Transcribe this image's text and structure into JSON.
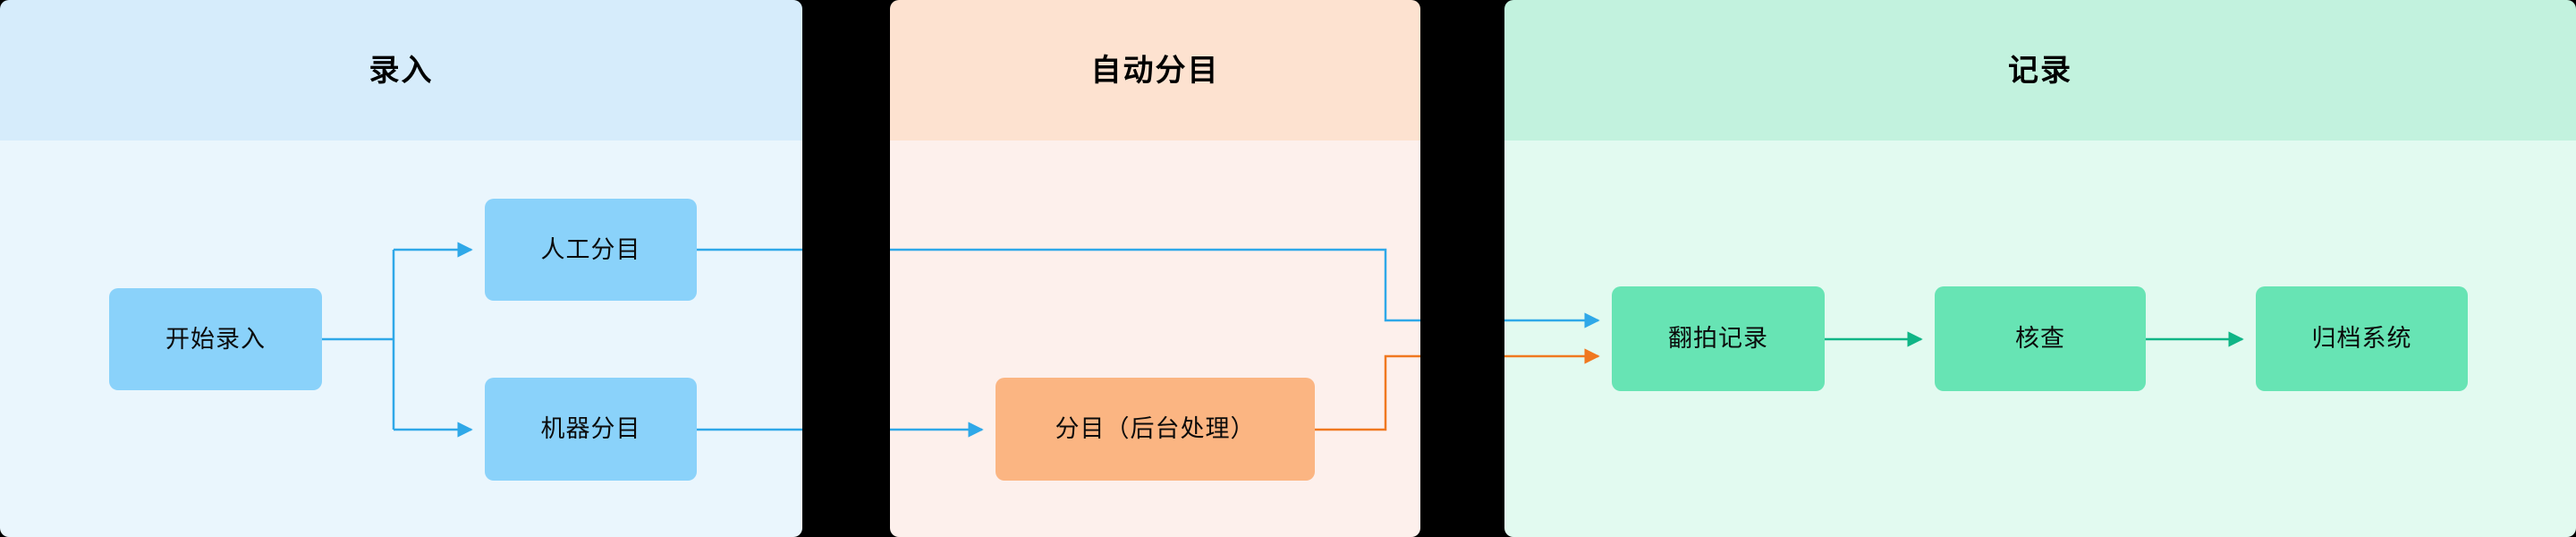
{
  "diagram": {
    "type": "swimlane-flowchart",
    "orientation": "left-to-right",
    "lanes": [
      {
        "id": "entry",
        "title": "录入",
        "header_color": "#d6ecfb",
        "body_color": "#eaf6fd"
      },
      {
        "id": "auto",
        "title": "自动分目",
        "header_color": "#fde2d0",
        "body_color": "#fdf0ec"
      },
      {
        "id": "record",
        "title": "记录",
        "header_color": "#c2f2de",
        "body_color": "#e2faf0"
      }
    ],
    "nodes": [
      {
        "id": "start",
        "label": "开始录入",
        "lane": "entry",
        "color": "#8ad2fa"
      },
      {
        "id": "manual",
        "label": "人工分目",
        "lane": "entry",
        "color": "#8ad2fa"
      },
      {
        "id": "machine",
        "label": "机器分目",
        "lane": "entry",
        "color": "#8ad2fa"
      },
      {
        "id": "backend",
        "label": "分目（后台处理）",
        "lane": "auto",
        "color": "#fbb582"
      },
      {
        "id": "rephoto",
        "label": "翻拍记录",
        "lane": "record",
        "color": "#67e4b4"
      },
      {
        "id": "verify",
        "label": "核查",
        "lane": "record",
        "color": "#67e4b4"
      },
      {
        "id": "archive",
        "label": "归档系统",
        "lane": "record",
        "color": "#67e4b4"
      }
    ],
    "edges": [
      {
        "from": "start",
        "to": "manual",
        "color": "#2fa8e8"
      },
      {
        "from": "start",
        "to": "machine",
        "color": "#2fa8e8"
      },
      {
        "from": "manual",
        "to": "rephoto",
        "color": "#2fa8e8"
      },
      {
        "from": "machine",
        "to": "backend",
        "color": "#2fa8e8"
      },
      {
        "from": "backend",
        "to": "rephoto",
        "color": "#f07820"
      },
      {
        "from": "rephoto",
        "to": "verify",
        "color": "#0fb586"
      },
      {
        "from": "verify",
        "to": "archive",
        "color": "#0fb586"
      }
    ],
    "colors": {
      "edge_blue": "#2fa8e8",
      "edge_orange": "#f07820",
      "edge_green": "#0fb586",
      "gutter": "#000000",
      "page_background": "#ffffff"
    }
  }
}
